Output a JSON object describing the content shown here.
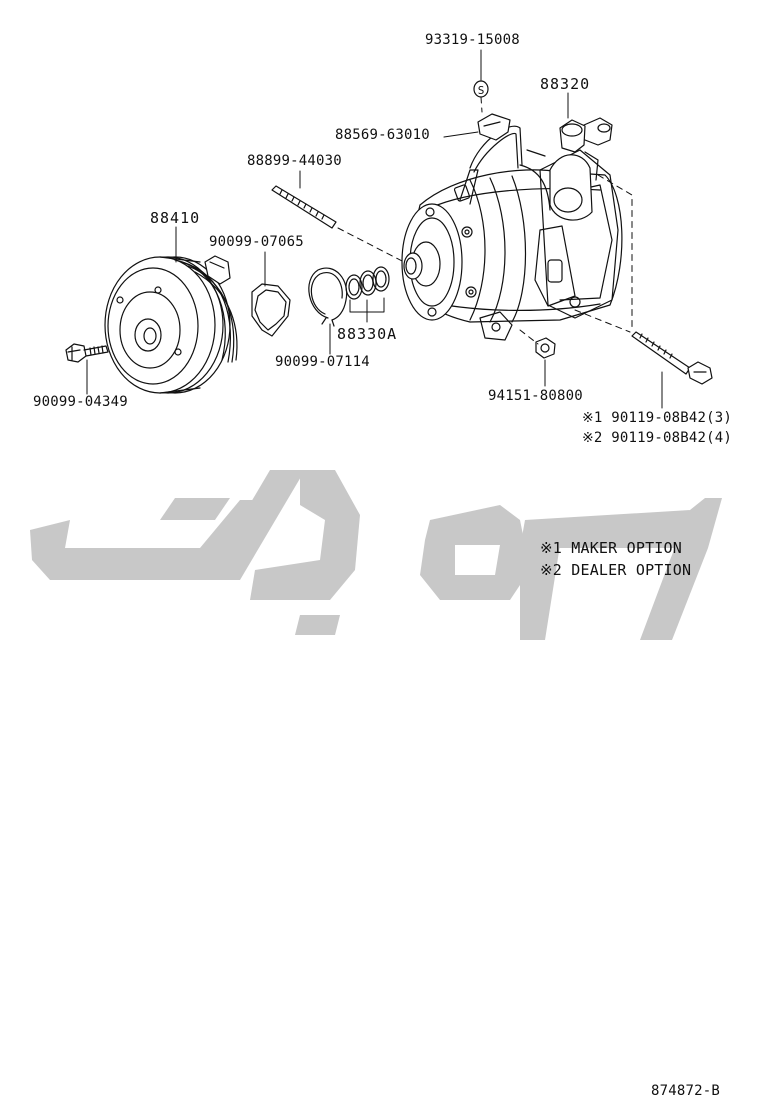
{
  "parts": {
    "p93319": "93319-15008",
    "p88320": "88320",
    "p88569": "88569-63010",
    "p88899": "88899-44030",
    "p88410": "88410",
    "p90099_07065": "90099-07065",
    "p88330A": "88330A",
    "p90099_07114": "90099-07114",
    "p90099_04349": "90099-04349",
    "p94151": "94151-80800",
    "bolt_maker": "※1 90119-08B42(3)",
    "bolt_dealer": "※2 90119-08B42(4)",
    "s_marker": "S"
  },
  "notes": {
    "maker_option": "※1 MAKER OPTION",
    "dealer_option": "※2 DEALER OPTION"
  },
  "watermark_text": "پارک",
  "diagram_id": "874872-B",
  "colors": {
    "line": "#111111",
    "watermark": "#c8c8c8"
  }
}
